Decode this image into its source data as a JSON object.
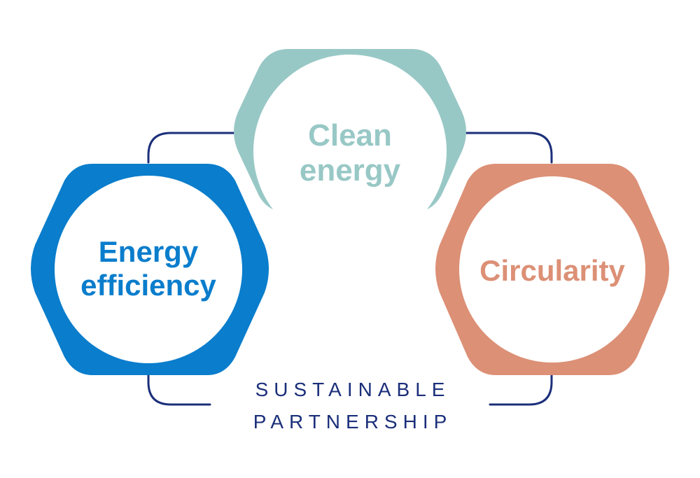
{
  "diagram": {
    "colors": {
      "connector": "#1b2f7a",
      "energy_efficiency": "#0a7dcc",
      "clean_energy": "#98c8c6",
      "circularity": "#dc9076",
      "caption": "#1b2f7a"
    },
    "nodes": {
      "energy_efficiency": {
        "line1": "Energy",
        "line2": "efficiency"
      },
      "clean_energy": {
        "line1": "Clean",
        "line2": "energy"
      },
      "circularity": {
        "line1": "Circularity"
      }
    },
    "caption": {
      "line1": "SUSTAINABLE",
      "line2": "PARTNERSHIP"
    }
  }
}
